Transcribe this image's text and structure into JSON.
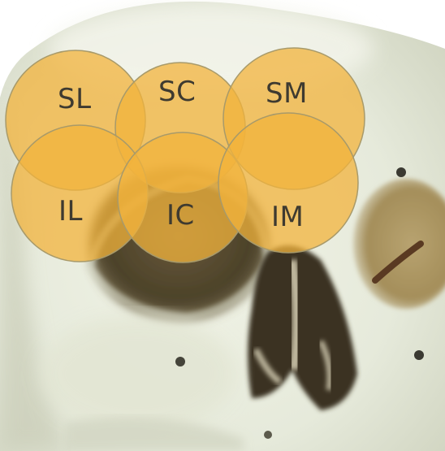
{
  "regions": [
    {
      "id": "sl",
      "label": "SL",
      "row": "superior"
    },
    {
      "id": "sc",
      "label": "SC",
      "row": "superior"
    },
    {
      "id": "sm",
      "label": "SM",
      "row": "superior"
    },
    {
      "id": "il",
      "label": "IL",
      "row": "inferior"
    },
    {
      "id": "ic",
      "label": "IC",
      "row": "inferior"
    },
    {
      "id": "im",
      "label": "IM",
      "row": "inferior"
    }
  ],
  "colors": {
    "circle_fill": "#f2b33c",
    "circle_stroke": "#a89a6a",
    "label": "#3e3a30",
    "bone": "#e9ecdc",
    "orbit_shadow": "#3a3320",
    "background": "#ffffff"
  }
}
